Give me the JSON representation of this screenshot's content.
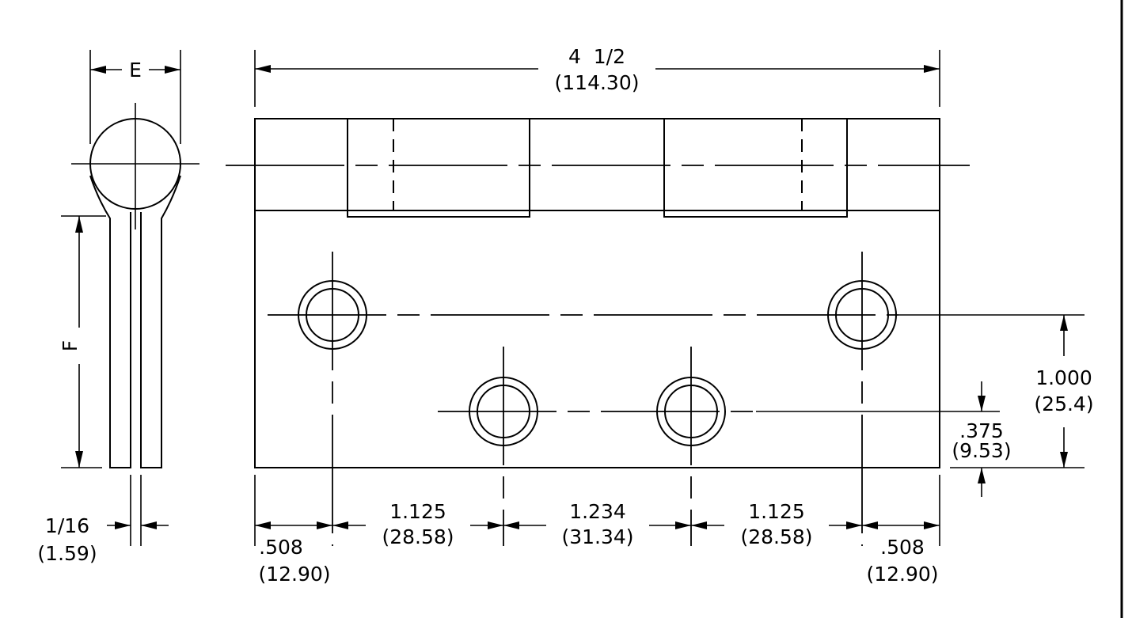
{
  "labels": {
    "E": "E",
    "F": "F",
    "overall_in": "4  1/2",
    "overall_mm": "(114.30)",
    "leaf_in": "1/16",
    "leaf_mm": "(1.59)",
    "left_edge_in": ".508",
    "left_edge_mm": "(12.90)",
    "span1_in": "1.125",
    "span1_mm": "(28.58)",
    "span2_in": "1.234",
    "span2_mm": "(31.34)",
    "span3_in": "1.125",
    "span3_mm": "(28.58)",
    "right_edge_in": ".508",
    "right_edge_mm": "(12.90)",
    "height_in": "1.000",
    "height_mm": "(25.4)",
    "lower_in": ".375",
    "lower_mm": "(9.53)"
  },
  "colors": {
    "line": "#000000",
    "background": "#ffffff"
  }
}
